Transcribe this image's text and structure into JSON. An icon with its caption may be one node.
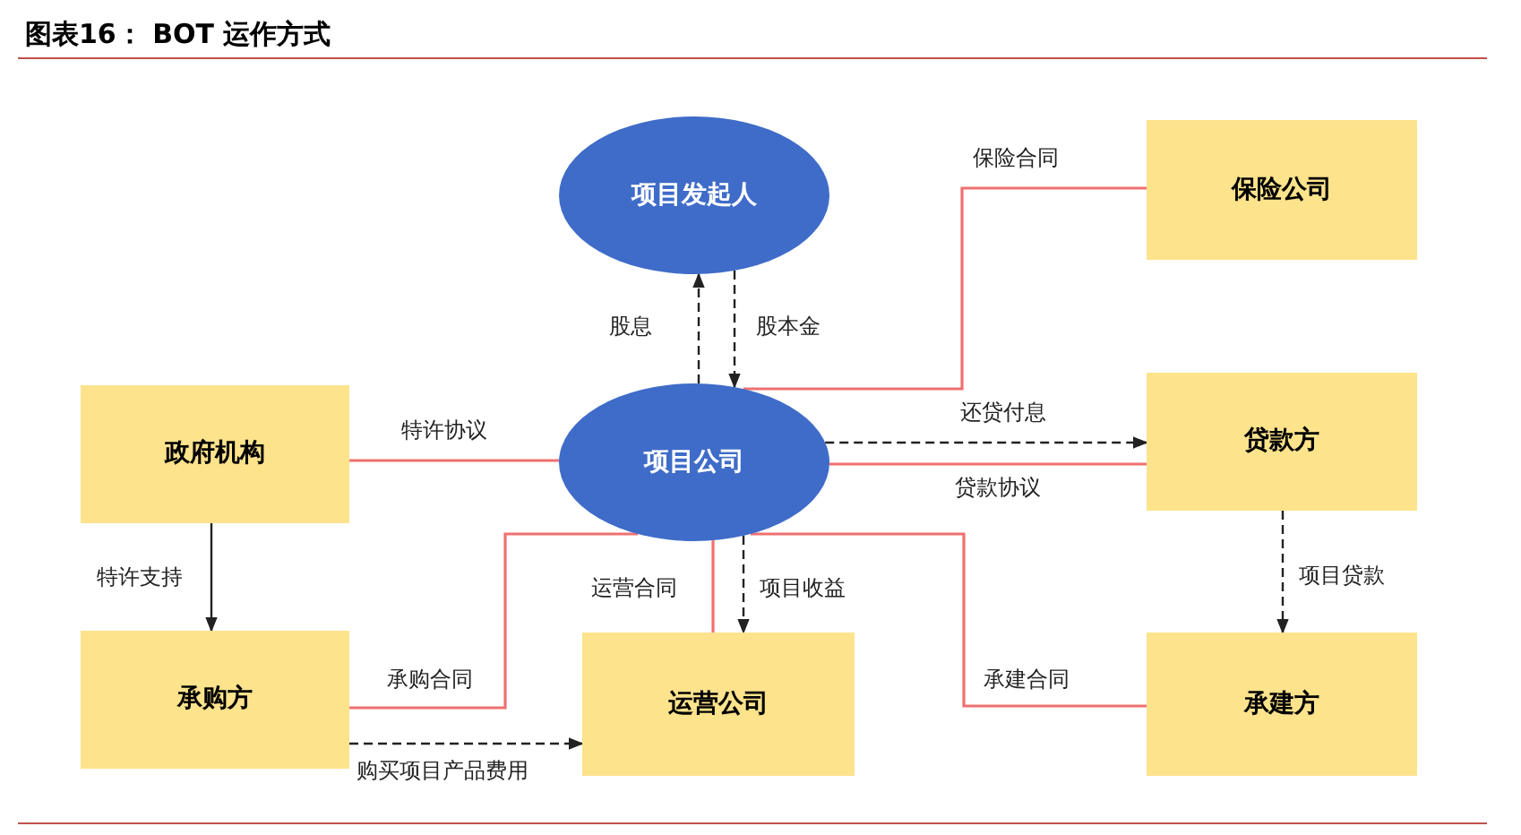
{
  "diagram": {
    "title": "图表16： BOT 运作方式",
    "nodes": [
      {
        "text": [
          "项目发起人"
        ]
      },
      {
        "text": [
          "保险公司"
        ]
      },
      {
        "text": [
          "政府机构"
        ]
      },
      {
        "text": [
          "项目公司"
        ]
      },
      {
        "text": [
          "贷款方"
        ]
      },
      {
        "text": [
          "承购方"
        ]
      },
      {
        "text": [
          "运营公司"
        ]
      },
      {
        "text": [
          "承建方"
        ]
      }
    ],
    "edges": [
      {
        "from": 3,
        "to": 0,
        "arrow": "to",
        "label": "股息",
        "style": "dashed"
      },
      {
        "from": 0,
        "to": 3,
        "arrow": "to",
        "label": "股本金",
        "style": "dashed"
      },
      {
        "from": 3,
        "to": 1,
        "arrow": "none",
        "label": "保险合同",
        "color": "#f07070"
      },
      {
        "from": 2,
        "to": 3,
        "arrow": "none",
        "label": "特许协议",
        "color": "#f07070"
      },
      {
        "from": 3,
        "to": 4,
        "arrow": "to",
        "label": "还贷付息",
        "style": "dashed"
      },
      {
        "from": 3,
        "to": 4,
        "arrow": "none",
        "label": "贷款协议",
        "color": "#f07070"
      },
      {
        "from": 2,
        "to": 5,
        "arrow": "to",
        "label": "特许支持"
      },
      {
        "from": 5,
        "to": 3,
        "arrow": "none",
        "label": "承购合同",
        "color": "#f07070"
      },
      {
        "from": 3,
        "to": 6,
        "arrow": "none",
        "label": "运营合同",
        "color": "#f07070"
      },
      {
        "from": 3,
        "to": 6,
        "arrow": "to",
        "label": "项目收益",
        "style": "dashed"
      },
      {
        "from": 3,
        "to": 7,
        "arrow": "none",
        "label": "承建合同",
        "color": "#f07070"
      },
      {
        "from": 5,
        "to": 6,
        "arrow": "to",
        "label": "购买项目产品费用",
        "style": "dashed"
      },
      {
        "from": 4,
        "to": 7,
        "arrow": "to",
        "label": "项目贷款",
        "style": "dashed"
      }
    ]
  }
}
